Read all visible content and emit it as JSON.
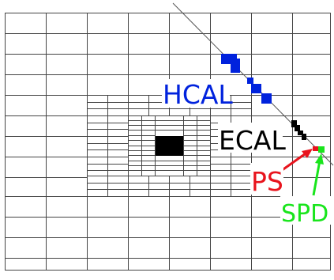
{
  "labels": {
    "hcal": "HCAL",
    "ecal": "ECAL",
    "ps": "PS",
    "spd": "SPD"
  },
  "colors": {
    "hcal": "#0022dd",
    "ecal": "#000000",
    "ps": "#e8141d",
    "spd": "#19e51c",
    "grid": "#444444",
    "beampipe": "#000000"
  }
}
